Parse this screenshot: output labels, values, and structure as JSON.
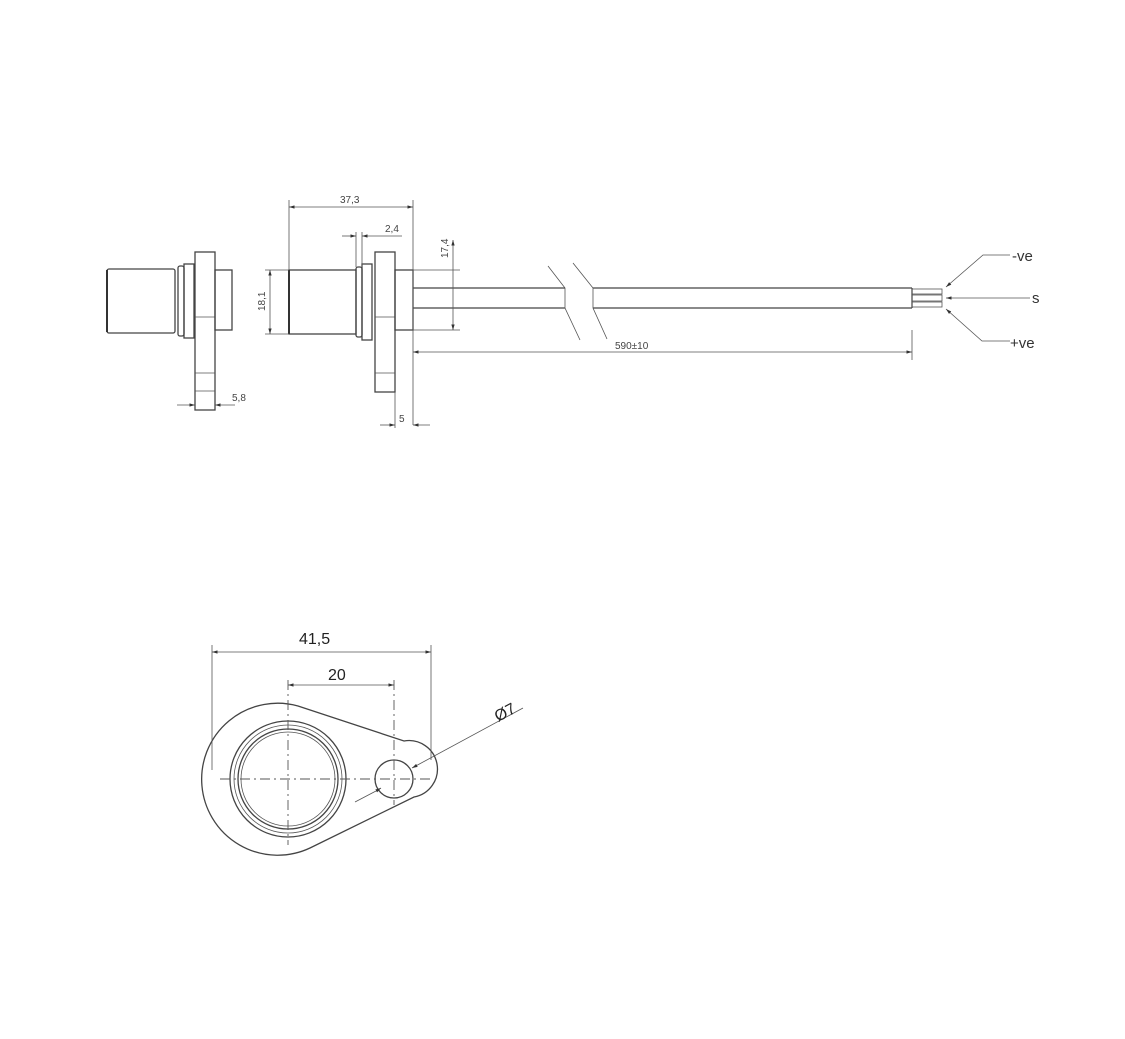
{
  "drawing": {
    "side_view": {
      "dim_overall_length": "37,3",
      "dim_flange_gap": "2,4",
      "dim_cable_height": "17,4",
      "dim_body_diameter": "18,1",
      "dim_flange_thickness": "5",
      "dim_cable_length": "590±10"
    },
    "left_view": {
      "dim_flange_width": "5,8"
    },
    "wires": {
      "neg_label": "-ve",
      "signal_label": "s",
      "pos_label": "+ve"
    },
    "front_view": {
      "dim_overall_width": "41,5",
      "dim_hole_offset": "20",
      "dim_hole_diameter": "Ø7"
    }
  }
}
